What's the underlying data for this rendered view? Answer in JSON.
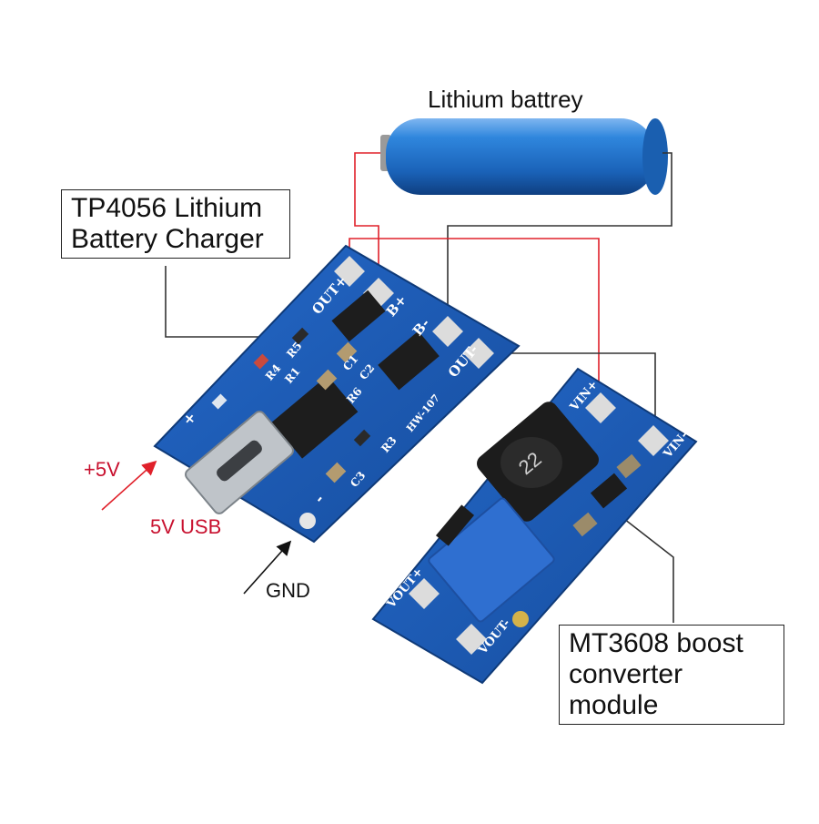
{
  "battery": {
    "label": "Lithium battrey"
  },
  "charger": {
    "callout": [
      "TP4056 Lithium",
      "Battery Charger"
    ],
    "pads": {
      "out_plus": "OUT+",
      "b_plus": "B+",
      "b_minus": "B-",
      "out_minus": "OUT-"
    },
    "silk": {
      "r5": "R5",
      "r4": "R4",
      "r3": "R3",
      "r1": "R1",
      "r6": "R6",
      "c1": "C1",
      "c2": "C2",
      "c3": "C3",
      "plus": "+",
      "minus": "-",
      "model": "HW-107"
    }
  },
  "inputs": {
    "plus5v": "+5V",
    "usb": "5V USB",
    "gnd": "GND"
  },
  "boost": {
    "callout": [
      "MT3608 boost",
      "converter module"
    ],
    "pads": {
      "vin_plus": "VIN+",
      "vin_minus": "VIN-",
      "vout_plus": "VOUT+",
      "vout_minus": "VOUT-"
    },
    "inductor_mark": "22"
  },
  "colors": {
    "pcb": "#1b5bb8",
    "pcb_dark": "#123f85",
    "battery": "#1f73cc",
    "wire_red": "#e0202a",
    "wire_dark": "#333333"
  }
}
